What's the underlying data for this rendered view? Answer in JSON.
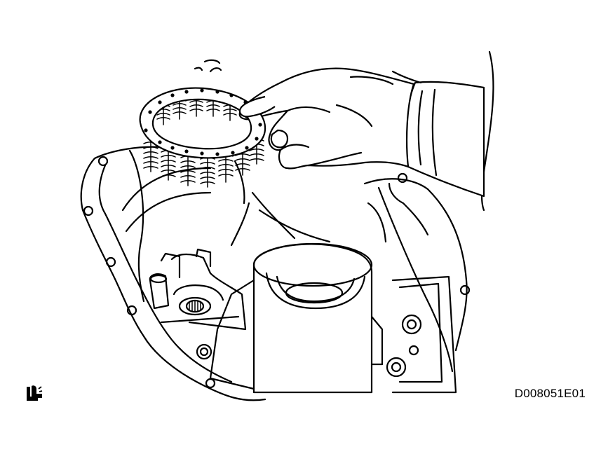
{
  "figure": {
    "code": "D008051E01",
    "parts": {
      "case": "transaxle-case",
      "spring_plate": "clutch-return-spring-assembly",
      "hand": "technician-hand"
    },
    "icons": {
      "tool_symbol": "hand-tool-icon"
    },
    "line_color": "#000000",
    "background": "#ffffff"
  }
}
